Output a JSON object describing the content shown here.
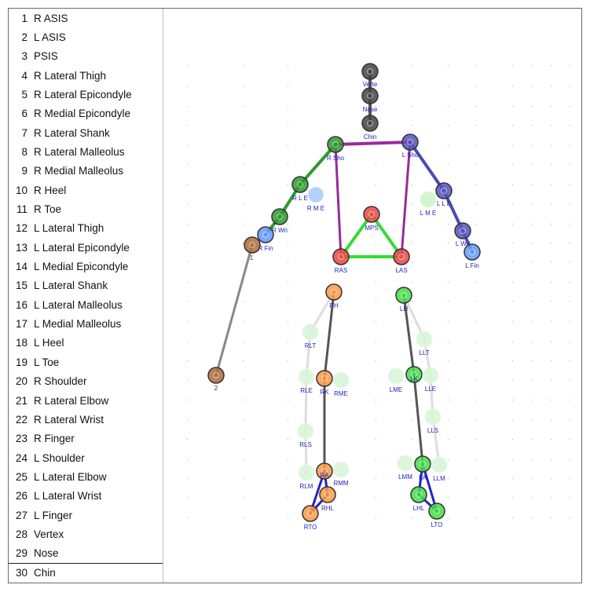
{
  "marker_list": [
    {
      "num": "1",
      "label": "R ASIS"
    },
    {
      "num": "2",
      "label": "L ASIS"
    },
    {
      "num": "3",
      "label": "PSIS"
    },
    {
      "num": "4",
      "label": "R Lateral Thigh"
    },
    {
      "num": "5",
      "label": "R Lateral Epicondyle"
    },
    {
      "num": "6",
      "label": "R Medial Epicondyle"
    },
    {
      "num": "7",
      "label": "R Lateral Shank"
    },
    {
      "num": "8",
      "label": "R Lateral Malleolus"
    },
    {
      "num": "9",
      "label": "R Medial Malleolus"
    },
    {
      "num": "10",
      "label": "R Heel"
    },
    {
      "num": "11",
      "label": "R Toe"
    },
    {
      "num": "12",
      "label": "L Lateral Thigh"
    },
    {
      "num": "13",
      "label": "L Lateral Epicondyle"
    },
    {
      "num": "14",
      "label": "L Medial Epicondyle"
    },
    {
      "num": "15",
      "label": "L Lateral Shank"
    },
    {
      "num": "16",
      "label": "L Lateral Malleolus"
    },
    {
      "num": "17",
      "label": "L Medial Malleolus"
    },
    {
      "num": "18",
      "label": "L Heel"
    },
    {
      "num": "19",
      "label": "L Toe"
    },
    {
      "num": "20",
      "label": "R Shoulder"
    },
    {
      "num": "21",
      "label": "R Lateral Elbow"
    },
    {
      "num": "22",
      "label": "R Lateral Wrist"
    },
    {
      "num": "23",
      "label": "R Finger"
    },
    {
      "num": "24",
      "label": "L Shoulder"
    },
    {
      "num": "25",
      "label": "L Lateral Elbow"
    },
    {
      "num": "26",
      "label": "L Lateral Wrist"
    },
    {
      "num": "27",
      "label": "L Finger"
    },
    {
      "num": "28",
      "label": "Vertex"
    },
    {
      "num": "29",
      "label": "Nose"
    },
    {
      "num": "30",
      "label": "Chin"
    }
  ],
  "skeleton": {
    "colors": {
      "head": "#555555",
      "right_arm": "#2e9a2e",
      "left_arm": "#4b4bb0",
      "torso": "#9a2a9a",
      "pelvis_edge": "#33dd33",
      "leg_bone": "#555555",
      "foot": "#2222cc",
      "ghost": "#dddddd",
      "calib": "#888888",
      "label": "#2222bb"
    },
    "markers": [
      {
        "label": "Verte",
        "color": "#444444"
      },
      {
        "label": "Nose",
        "color": "#444444"
      },
      {
        "label": "Chin",
        "color": "#444444"
      },
      {
        "label": "R Sho",
        "color": "#2e9a2e"
      },
      {
        "label": "L Sho",
        "color": "#5555bb"
      },
      {
        "label": "R L E",
        "color": "#2e9a2e"
      },
      {
        "label": "R M E",
        "color": "#aaccff"
      },
      {
        "label": "R Wri",
        "color": "#2e9a2e"
      },
      {
        "label": "R Fin",
        "color": "#6699ff"
      },
      {
        "label": "L L E",
        "color": "#5555bb"
      },
      {
        "label": "L M E",
        "color": "#ccf5cc"
      },
      {
        "label": "L Wri",
        "color": "#5555bb"
      },
      {
        "label": "L Fin",
        "color": "#6699ff"
      },
      {
        "label": "MPS",
        "color": "#ee4444"
      },
      {
        "label": "RAS",
        "color": "#ee4444"
      },
      {
        "label": "LAS",
        "color": "#ee4444"
      },
      {
        "label": "1",
        "color": "#b06a3a"
      },
      {
        "label": "2",
        "color": "#b06a3a"
      },
      {
        "label": "RH",
        "color": "#ff9944"
      },
      {
        "label": "LH",
        "color": "#44dd44"
      },
      {
        "label": "RLT",
        "color": "#d8f5d8"
      },
      {
        "label": "RLE",
        "color": "#d8f5d8"
      },
      {
        "label": "RK",
        "color": "#ff9944"
      },
      {
        "label": "RME",
        "color": "#d8f5d8"
      },
      {
        "label": "RLS",
        "color": "#d8f5d8"
      },
      {
        "label": "RLM",
        "color": "#d8f5d8"
      },
      {
        "label": "RA",
        "color": "#ff9944"
      },
      {
        "label": "RMM",
        "color": "#d8f5d8"
      },
      {
        "label": "RHL",
        "color": "#ff9944"
      },
      {
        "label": "RTO",
        "color": "#ff9944"
      },
      {
        "label": "LLT",
        "color": "#d8f5d8"
      },
      {
        "label": "LME",
        "color": "#d8f5d8"
      },
      {
        "label": "LK",
        "color": "#44dd44"
      },
      {
        "label": "LLE",
        "color": "#d8f5d8"
      },
      {
        "label": "LLS",
        "color": "#d8f5d8"
      },
      {
        "label": "LMM",
        "color": "#d8f5d8"
      },
      {
        "label": "LA",
        "color": "#44dd44"
      },
      {
        "label": "LLM",
        "color": "#d8f5d8"
      },
      {
        "label": "LHL",
        "color": "#44dd44"
      },
      {
        "label": "LTO",
        "color": "#44dd44"
      }
    ]
  }
}
